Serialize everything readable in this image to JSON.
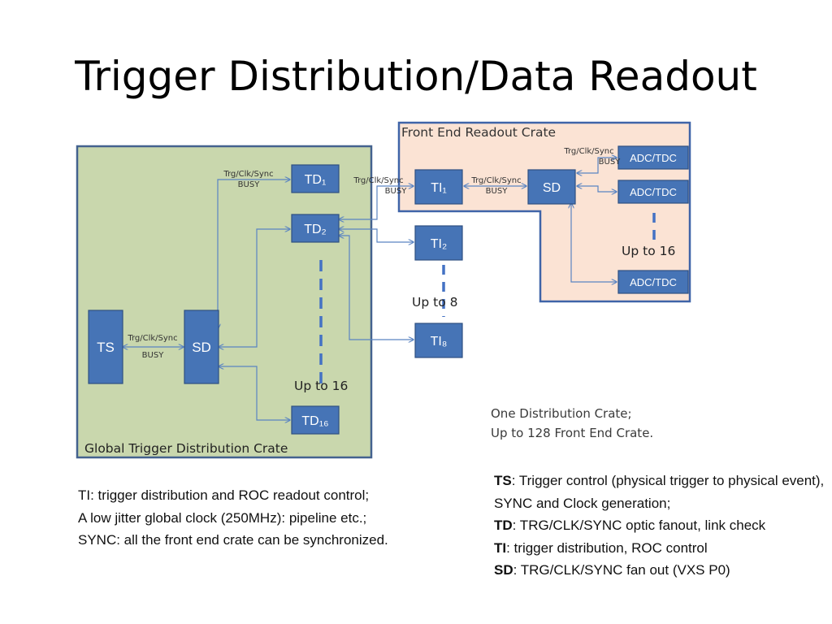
{
  "title": "Trigger Distribution/Data Readout",
  "colors": {
    "global_crate_fill": "#c9d7ad",
    "global_crate_stroke": "#44628f",
    "frontend_crate_fill": "#fbe3d4",
    "frontend_crate_stroke": "#3f64a8",
    "module_fill": "#4674b6",
    "module_stroke": "#2f5181",
    "module_text": "#ffffff",
    "connector": "#5a84c2",
    "dashed": "#4472c4"
  },
  "diagram": {
    "global_crate_label": "Global Trigger Distribution Crate",
    "frontend_crate_label": "Front End Readout Crate",
    "modules": {
      "ts": "TS",
      "sd_global": "SD",
      "td1": "TD₁",
      "td2": "TD₂",
      "td16": "TD₁₆",
      "ti1": "TI₁",
      "ti2": "TI₂",
      "ti8": "TI₈",
      "sd_frontend": "SD",
      "adc1": "ADC/TDC",
      "adc2": "ADC/TDC",
      "adc16": "ADC/TDC"
    },
    "signal_labels": {
      "ts_sd_top": "Trg/Clk/Sync",
      "ts_sd_bottom": "BUSY",
      "sd_td1_top": "Trg/Clk/Sync",
      "sd_td1_bottom": "BUSY",
      "td1_ti1_top": "Trg/Clk/Sync",
      "td1_ti1_bottom": "BUSY",
      "ti1_sd_top": "Trg/Clk/Sync",
      "ti1_sd_bottom": "BUSY",
      "sd_adc_top": "Trg/Clk/Sync",
      "sd_adc_bottom": "BUSY"
    },
    "up_to_16_td": "Up to 16",
    "up_to_8": "Up to 8",
    "up_to_16_adc": "Up to 16"
  },
  "summary": {
    "line1": "One Distribution Crate;",
    "line2": "Up to 128 Front End Crate."
  },
  "left_notes": [
    "TI: trigger distribution and ROC readout control;",
    "A low jitter global clock (250MHz): pipeline etc.;",
    "SYNC: all the front end crate can be synchronized."
  ],
  "right_notes": [
    {
      "term": "TS",
      "text": ": Trigger control (physical trigger to physical event), SYNC and Clock generation;"
    },
    {
      "term": "TD",
      "text": ": TRG/CLK/SYNC optic fanout, link check"
    },
    {
      "term": "TI",
      "text": ": trigger distribution, ROC control"
    },
    {
      "term": "SD",
      "text": ": TRG/CLK/SYNC fan out (VXS P0)"
    }
  ]
}
